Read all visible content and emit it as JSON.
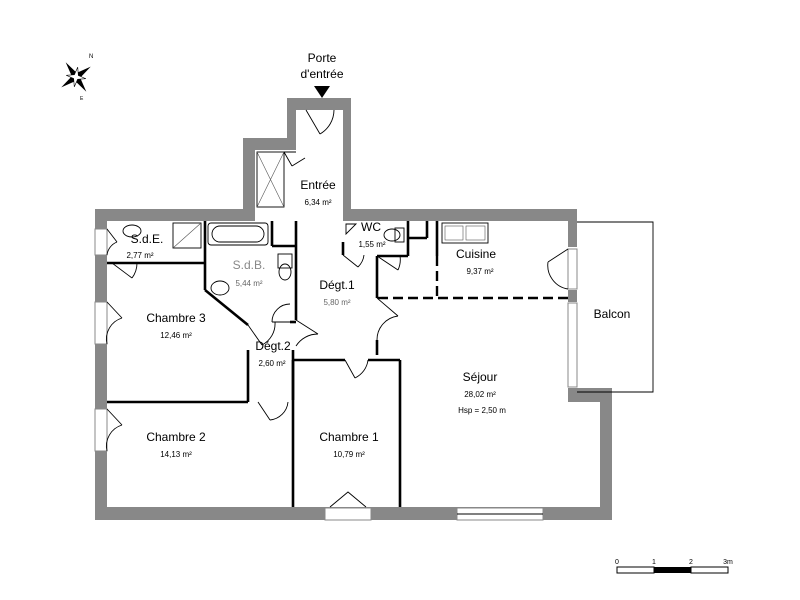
{
  "entrance": {
    "line1": "Porte",
    "line2": "d'entrée"
  },
  "rooms": [
    {
      "id": "entree",
      "name": "Entrée",
      "area": "6,34 m²"
    },
    {
      "id": "sde",
      "name": "S.d.E.",
      "area": "2,77 m²"
    },
    {
      "id": "sdb",
      "name": "S.d.B.",
      "area": "5,44 m²"
    },
    {
      "id": "wc",
      "name": "WC",
      "area": "1,55 m²"
    },
    {
      "id": "cuisine",
      "name": "Cuisine",
      "area": "9,37 m²"
    },
    {
      "id": "degt1",
      "name": "Dégt.1",
      "area": "5,80 m²"
    },
    {
      "id": "chambre3",
      "name": "Chambre 3",
      "area": "12,46 m²"
    },
    {
      "id": "degt2",
      "name": "Dégt.2",
      "area": "2,60 m²"
    },
    {
      "id": "sejour",
      "name": "Séjour",
      "area": "28,02 m²",
      "note": "Hsp = 2,50 m"
    },
    {
      "id": "chambre2",
      "name": "Chambre 2",
      "area": "14,13 m²"
    },
    {
      "id": "chambre1",
      "name": "Chambre 1",
      "area": "10,79 m²"
    }
  ],
  "balcony": {
    "name": "Balcon"
  },
  "compass": {
    "north": "N",
    "east": "E"
  },
  "scale": {
    "ticks": [
      "0",
      "1",
      "2",
      "3m"
    ]
  }
}
